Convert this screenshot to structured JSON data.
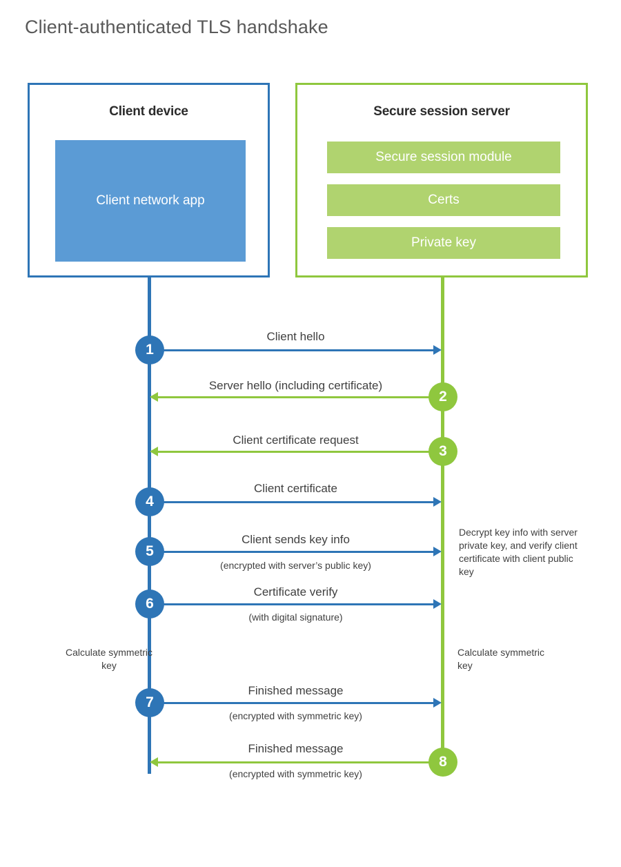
{
  "title": "Client-authenticated TLS handshake",
  "colors": {
    "client_accent": "#2E75B6",
    "server_accent": "#8FC73E",
    "client_block_fill": "#5B9BD5",
    "server_block_fill": "#B0D36F",
    "text": "#404040",
    "title_text": "#595959",
    "background": "#FFFFFF"
  },
  "client": {
    "title": "Client device",
    "block_label": "Client network app"
  },
  "server": {
    "title": "Secure session server",
    "blocks": [
      {
        "label": "Secure session module"
      },
      {
        "label": "Certs"
      },
      {
        "label": "Private key"
      }
    ]
  },
  "messages": [
    {
      "step": "1",
      "direction": "client-to-server",
      "label": "Client hello",
      "sublabel": ""
    },
    {
      "step": "2",
      "direction": "server-to-client",
      "label": "Server hello (including certificate)",
      "sublabel": ""
    },
    {
      "step": "3",
      "direction": "server-to-client",
      "label": "Client certificate request",
      "sublabel": ""
    },
    {
      "step": "4",
      "direction": "client-to-server",
      "label": "Client certificate",
      "sublabel": ""
    },
    {
      "step": "5",
      "direction": "client-to-server",
      "label": "Client sends key info",
      "sublabel": "(encrypted with server’s public key)"
    },
    {
      "step": "6",
      "direction": "client-to-server",
      "label": "Certificate verify",
      "sublabel": "(with digital signature)"
    },
    {
      "step": "7",
      "direction": "client-to-server",
      "label": "Finished message",
      "sublabel": "(encrypted with symmetric key)"
    },
    {
      "step": "8",
      "direction": "server-to-client",
      "label": "Finished message",
      "sublabel": "(encrypted with symmetric key)"
    }
  ],
  "notes": {
    "server_decrypt": "Decrypt key info with server private key, and verify client certificate with client public key",
    "client_calculate": "Calculate symmetric key",
    "server_calculate": "Calculate symmetric key"
  }
}
